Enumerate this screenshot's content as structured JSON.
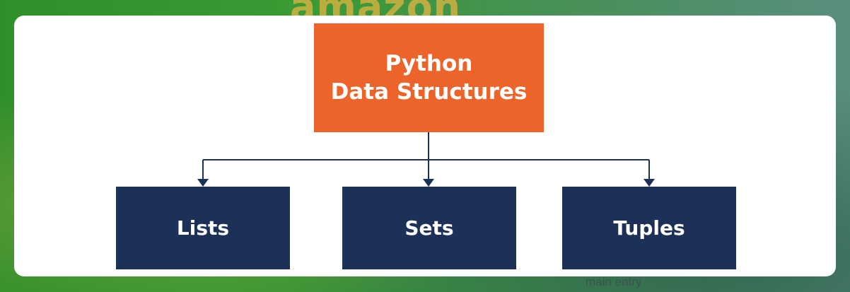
{
  "background": {
    "top_text": "amazon",
    "bottom_text": "main entry"
  },
  "diagram": {
    "root": {
      "line1": "Python",
      "line2": "Data Structures",
      "color": "#ec6429"
    },
    "children": [
      {
        "label": "Lists",
        "color": "#1d3057"
      },
      {
        "label": "Sets",
        "color": "#1d3057"
      },
      {
        "label": "Tuples",
        "color": "#1d3057"
      }
    ],
    "connector_color": "#1d3057"
  }
}
